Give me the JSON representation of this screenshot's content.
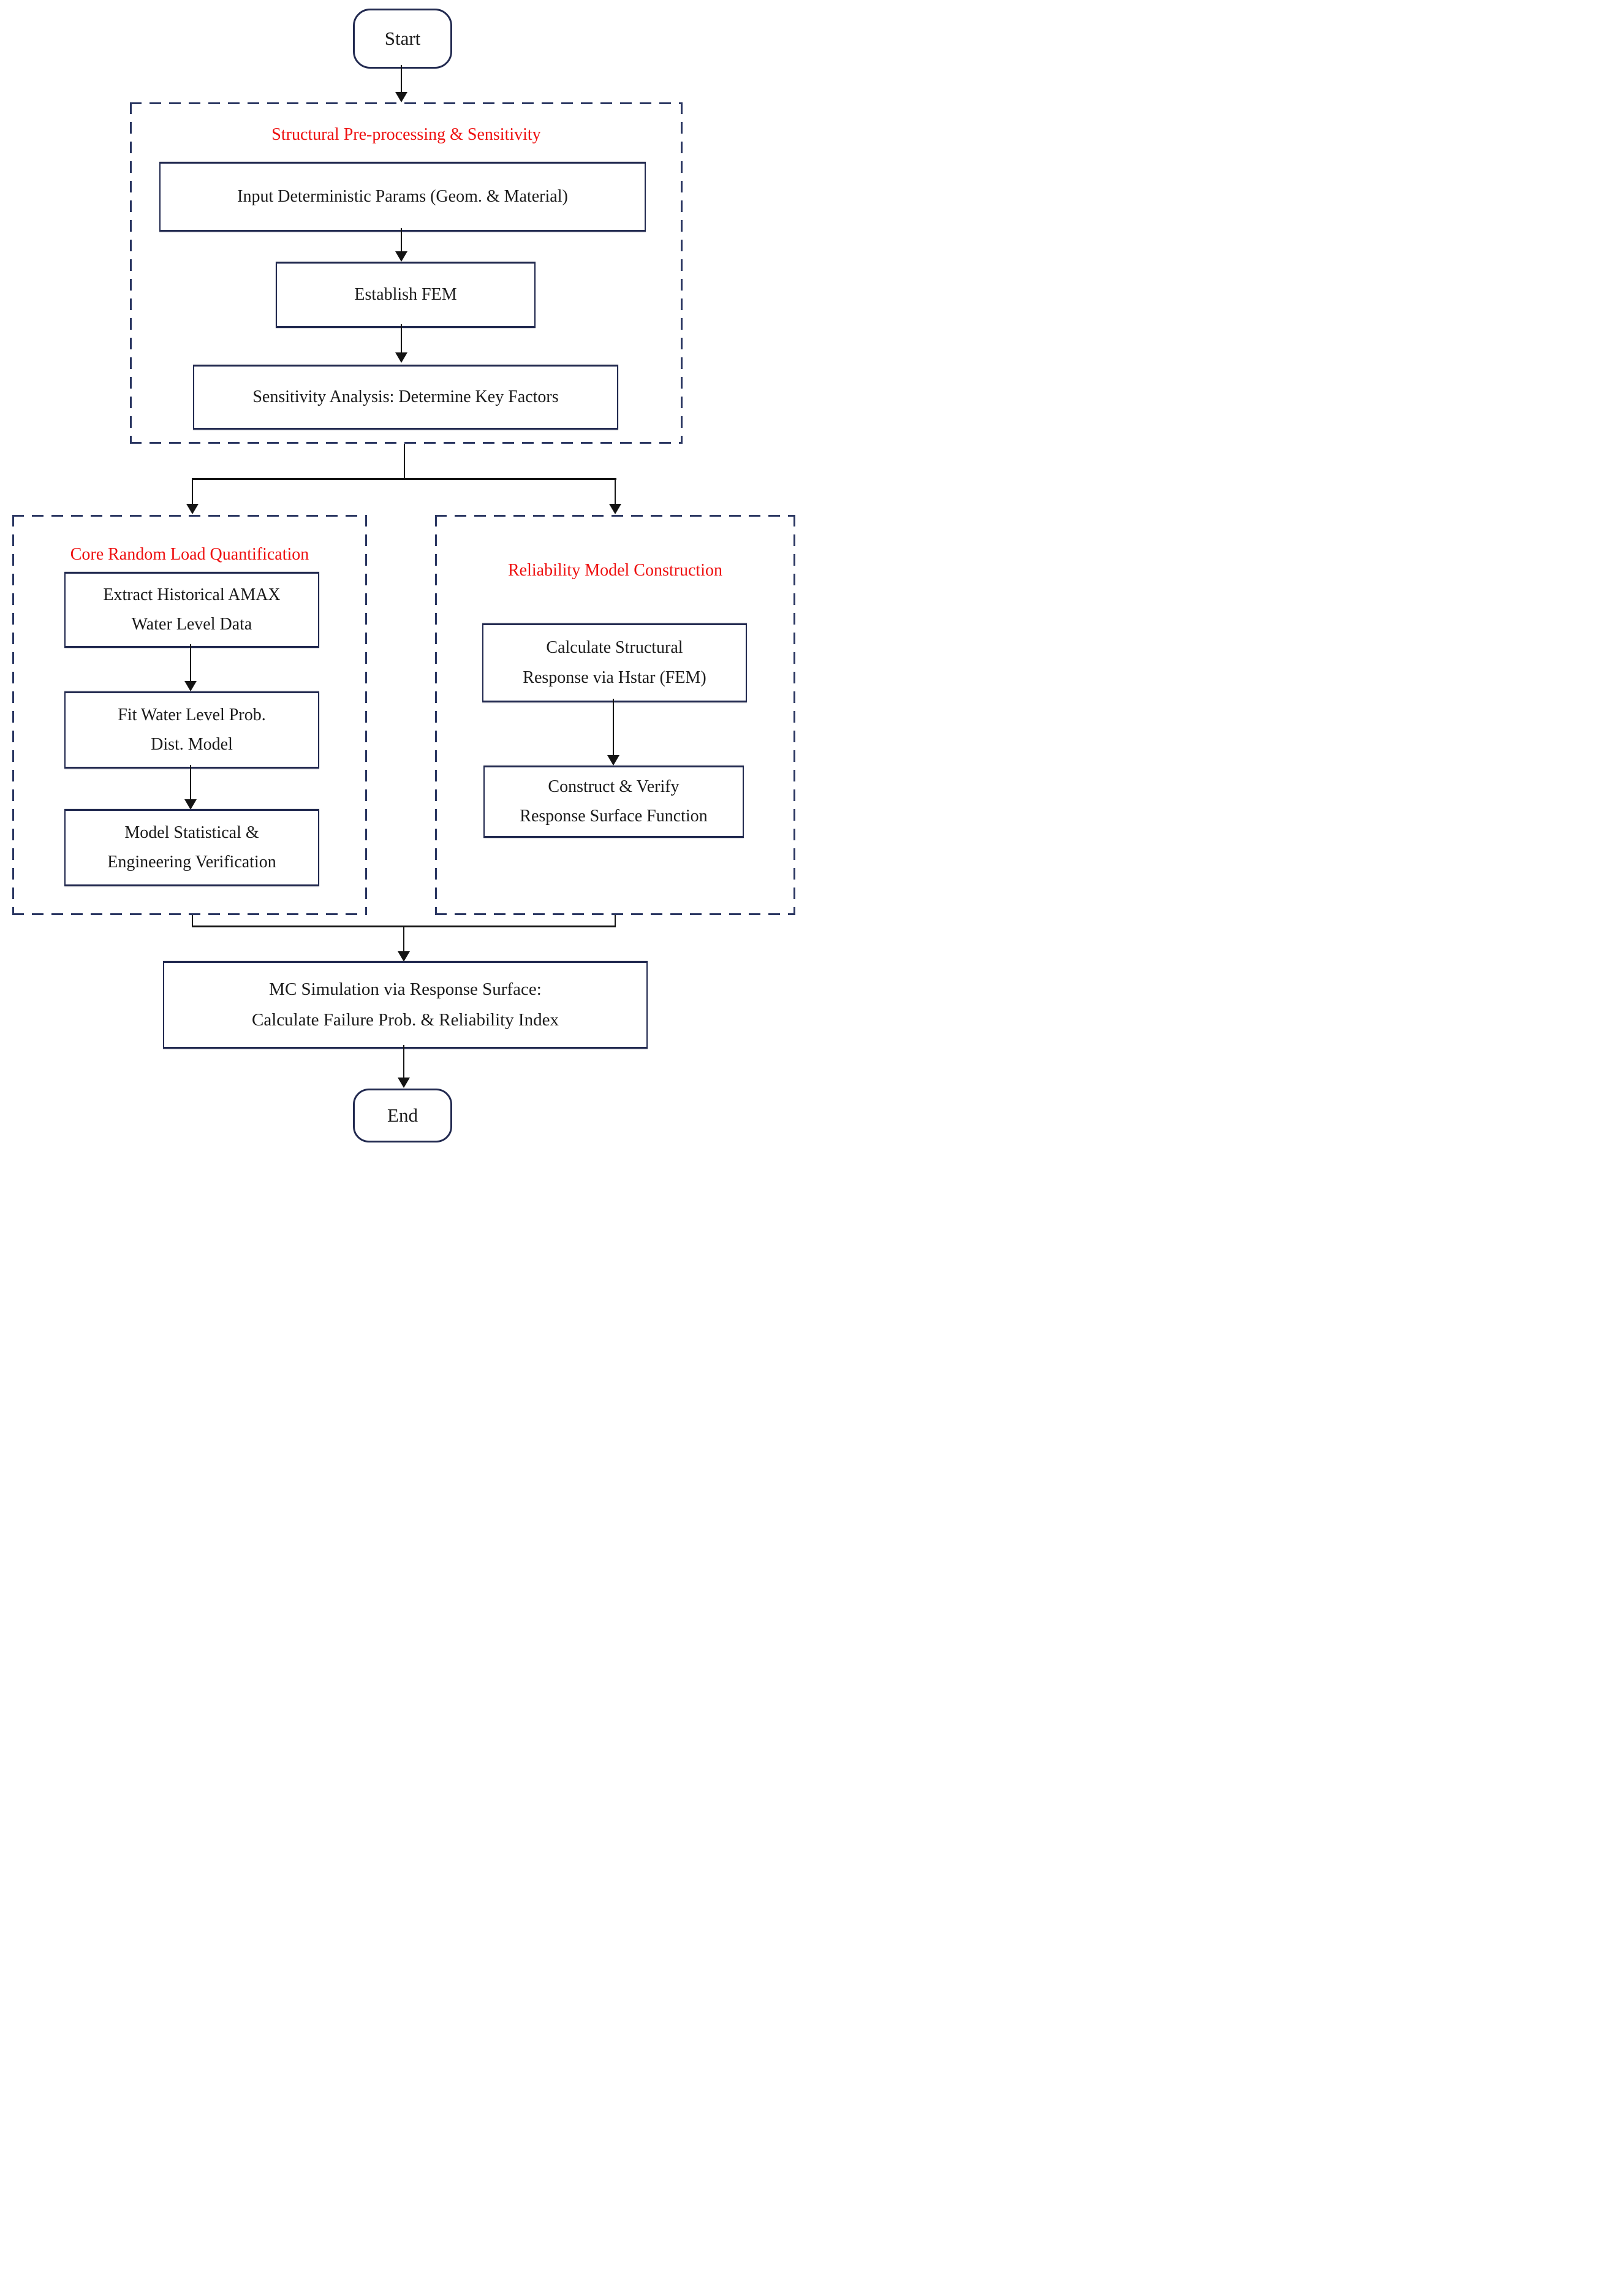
{
  "flowchart": {
    "start_label": "Start",
    "end_label": "End",
    "sections": {
      "preprocessing": {
        "title": "Structural Pre-processing & Sensitivity",
        "steps": {
          "input_params": "Input Deterministic Params (Geom. & Material)",
          "establish_fem": "Establish FEM",
          "sensitivity": "Sensitivity Analysis: Determine Key Factors"
        }
      },
      "load_quantification": {
        "title": "Core Random Load Quantification",
        "steps": {
          "extract_amax": "Extract Historical AMAX\nWater Level Data",
          "fit_distribution": "Fit Water Level Prob.\nDist. Model",
          "verification": "Model Statistical &\nEngineering Verification"
        }
      },
      "reliability": {
        "title": "Reliability Model Construction",
        "steps": {
          "calc_response": "Calculate Structural\nResponse via Hstar (FEM)",
          "construct_rsf": "Construct & Verify\nResponse Surface Function"
        }
      }
    },
    "final_step": "MC Simulation via Response Surface:\nCalculate Failure Prob. & Reliability Index",
    "colors": {
      "box_border": "#222a50",
      "dashed_border": "#2b3762",
      "section_title": "#ee1010",
      "text": "#1b1b1b",
      "arrow": "#141414"
    }
  }
}
